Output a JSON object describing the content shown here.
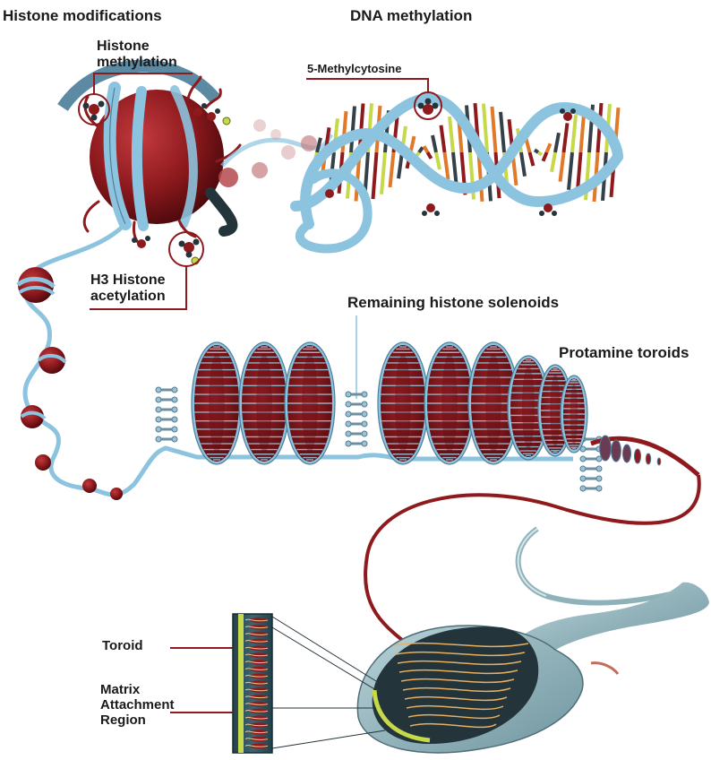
{
  "labels": {
    "histone_modifications": "Histone modifications",
    "dna_methylation": "DNA methylation",
    "histone_methylation_1": "Histone",
    "histone_methylation_2": "methylation",
    "methylcytosine": "5-Methylcytosine",
    "h3_acetylation_1": "H3 Histone",
    "h3_acetylation_2": "acetylation",
    "remaining_solenoids": "Remaining histone solenoids",
    "protamine_toroids": "Protamine toroids",
    "toroid": "Toroid",
    "matrix_1": "Matrix",
    "matrix_2": "Attachment",
    "matrix_3": "Region"
  },
  "colors": {
    "histone_red": "#8e1a1e",
    "histone_dark": "#5c0c10",
    "dna_blue": "#8cc3de",
    "dna_outline": "#4f7f98",
    "callout_red": "#8e1a1e",
    "sperm_gray": "#8fb2ba",
    "base_yellow": "#c5d94a",
    "base_orange": "#e07a2a",
    "base_dark": "#35414a"
  }
}
